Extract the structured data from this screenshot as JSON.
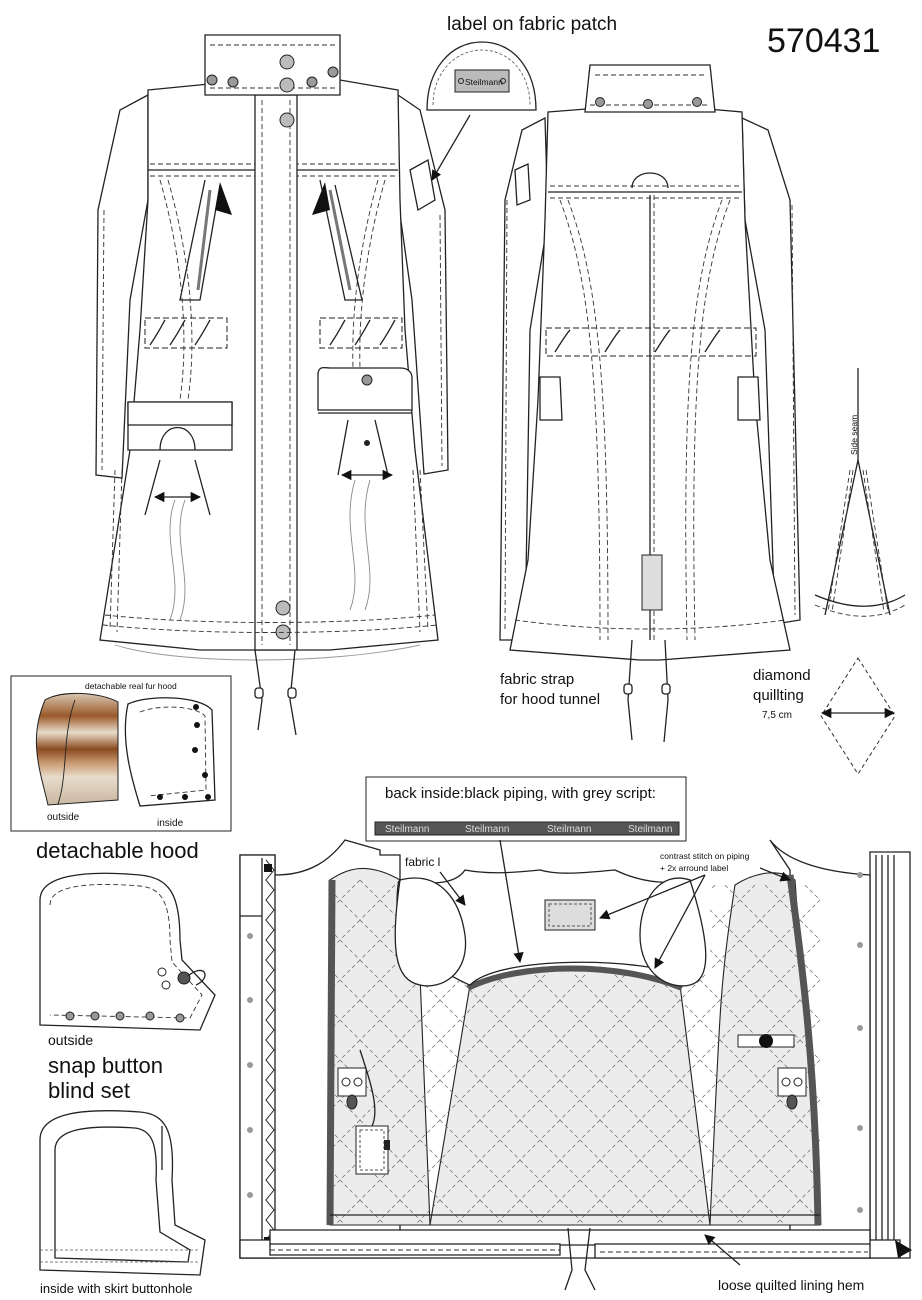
{
  "header": {
    "style_number": "570431"
  },
  "labels": {
    "label_on_patch": "label on fabric patch",
    "patch_brand": "Steilmann",
    "fabric_strap": "fabric strap",
    "for_hood_tunnel": "for hood tunnel",
    "diamond_quilting": "diamond",
    "quilting": "quillting",
    "quilt_size": "7,5 cm",
    "side_seam": "Side seam",
    "fur_hood_title": "detachable real  fur hood",
    "outside": "outside",
    "inside": "inside",
    "detachable_hood": "detachable hood",
    "hood_outside": "outside",
    "snap_button": "snap button",
    "blind_set": "blind set",
    "inside_skirt": "inside with skirt  buttonhole",
    "back_inside": "back inside:black piping, with grey script:",
    "piping_script": [
      "Steilmann",
      "Steilmann",
      "Steilmann",
      "Steilmann"
    ],
    "fabric_l": "fabric l",
    "contrast_stitch_1": "contrast stitch on piping",
    "contrast_stitch_2": "+ 2x arround label",
    "loose_hem": "loose quilted lining hem"
  },
  "colors": {
    "outline": "#222222",
    "lining": "#ececec",
    "piping": "#555555",
    "fur_brown": "#9a5a2a",
    "fur_light": "#e8dccb"
  }
}
